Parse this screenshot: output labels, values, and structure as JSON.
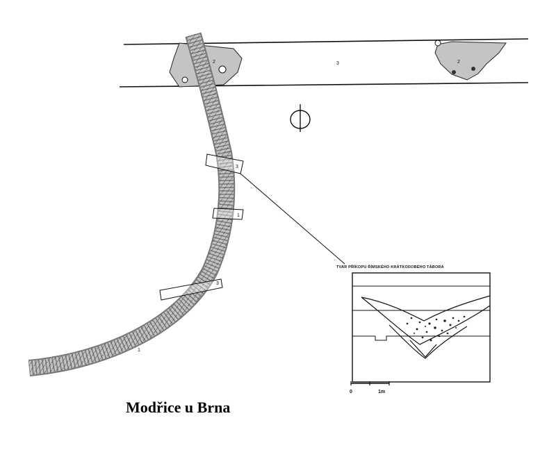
{
  "caption": "Modřice u Brna",
  "section_title": "TVAR PŘÍKOPU ŘÍMSKÉHO KRÁTKODOBÉHO TÁBORA",
  "scale_bar": {
    "start": "0",
    "end": "1m"
  },
  "feature_labels": {
    "pit_left": "2",
    "strip": "3",
    "pit_right": "2",
    "cut_1": "3",
    "cut_2": "1",
    "cut_3": "3",
    "ditch": "1"
  },
  "colors": {
    "ditch_fill": "#b9b9b9",
    "ink": "#111111",
    "pit_fill": "#c4c4c4"
  },
  "icons": {
    "north": "north-arrow-icon"
  }
}
